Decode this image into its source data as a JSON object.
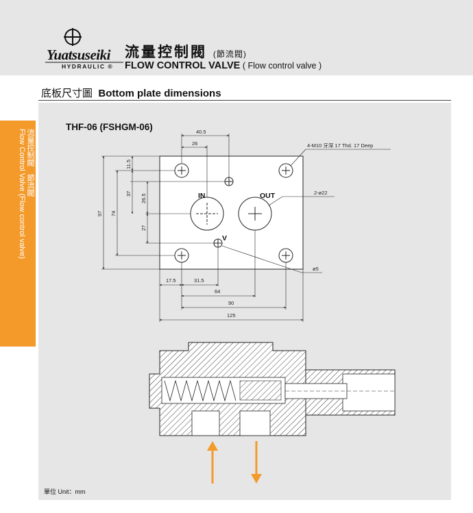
{
  "header": {
    "brand": "Yuatsuseiki",
    "brand_sub": "HYDRAULIC ®",
    "title_cn": "流量控制閥",
    "title_cn_sub": "(節流閥)",
    "title_en": "FLOW CONTROL VALVE",
    "title_en_sub": " ( Flow control valve )"
  },
  "section": {
    "title_cn": "底板尺寸圖",
    "title_en": "Bottom plate dimensions"
  },
  "side_tab": {
    "line1": "流量控制閥　節流閥",
    "line2": "Flow Control Valve (Flow control valve)"
  },
  "model": "THF-06 (FSHGM-06)",
  "dimensions": {
    "d40_5": "40.5",
    "d26": "26",
    "thread_note": "4-M10 牙深 17 Thd. 17 Deep",
    "d11_5": "11.5",
    "d37": "37",
    "d26_5": "26.5",
    "d27": "27",
    "d97": "97",
    "d74": "74",
    "port_in": "IN",
    "port_out": "OUT",
    "port_v": "V",
    "dia22": "2-ø22",
    "dia5": "ø5",
    "d17_5": "17.5",
    "d31_5": "31.5",
    "d64": "64",
    "d90": "90",
    "d125": "125"
  },
  "unit": "單位 Unit：mm",
  "colors": {
    "accent": "#f39a2b",
    "panel": "#e6e6e6"
  }
}
